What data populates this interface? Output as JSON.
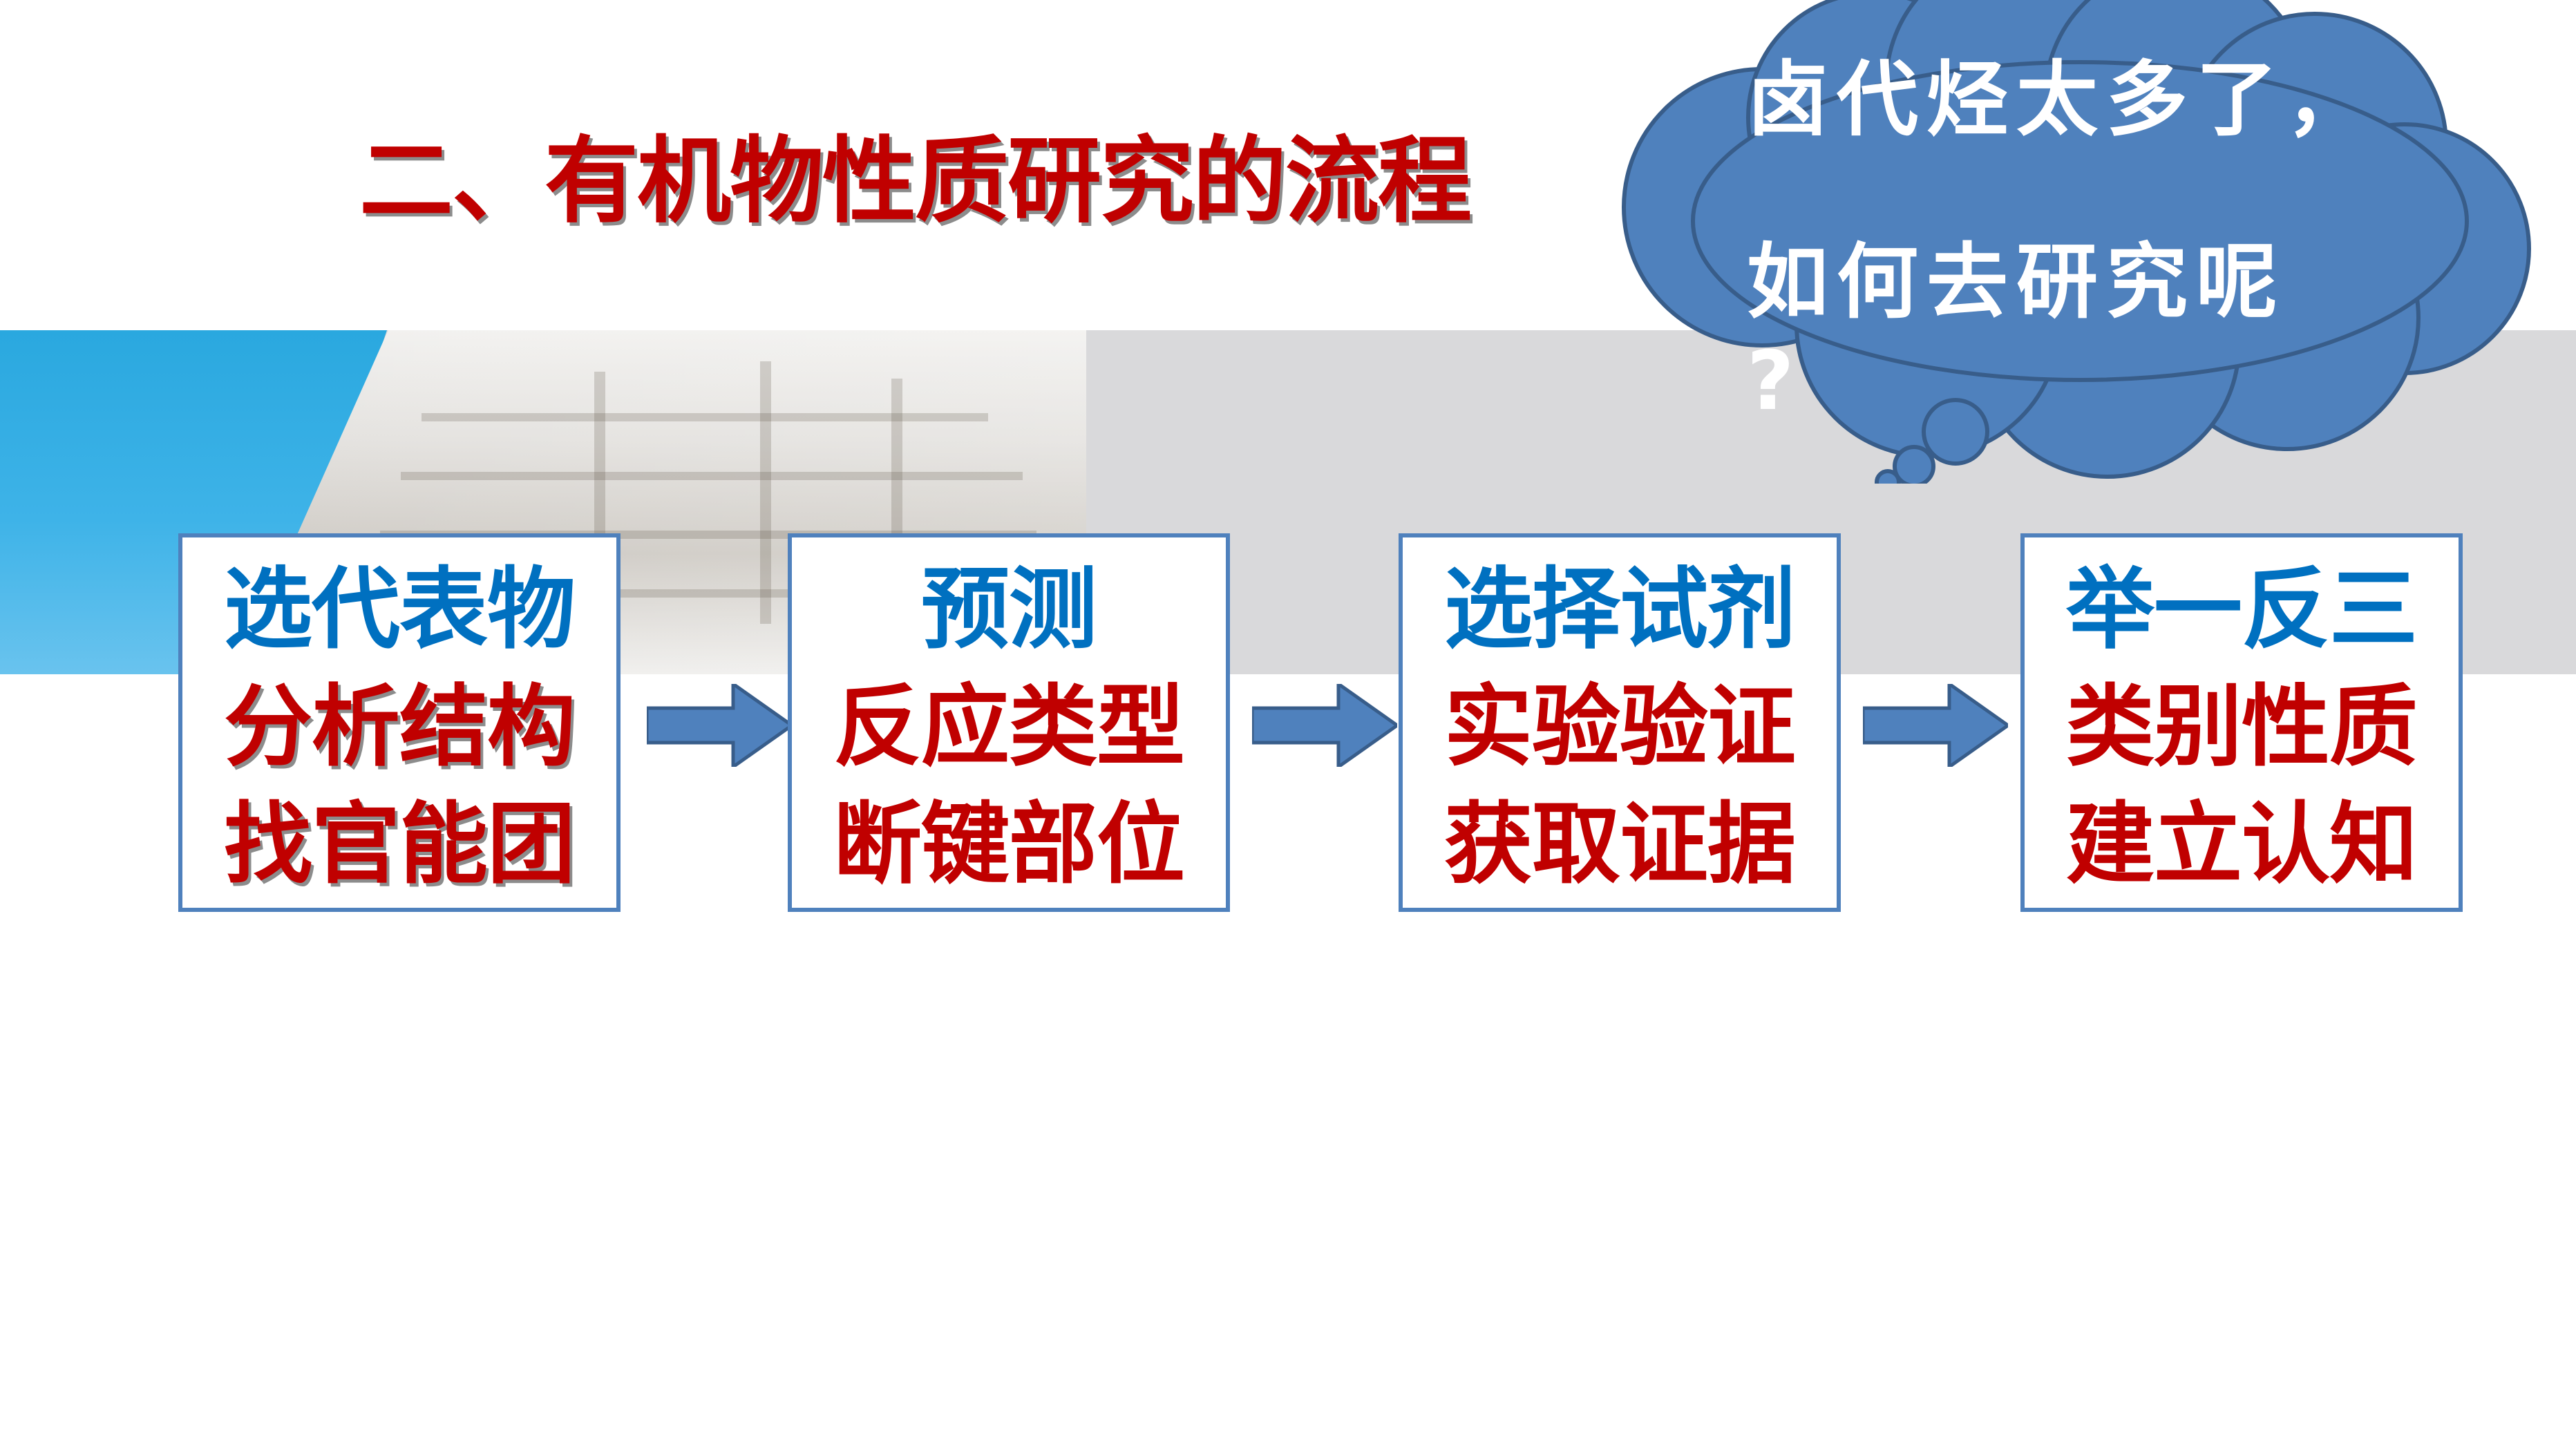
{
  "slide": {
    "title": "二、有机物性质研究的流程"
  },
  "steps": [
    {
      "lines": [
        "选代表物",
        "分析结构",
        "找官能团"
      ]
    },
    {
      "lines": [
        "预测",
        "反应类型",
        "断键部位"
      ]
    },
    {
      "lines": [
        "选择试剂",
        "实验验证",
        "获取证据"
      ]
    },
    {
      "lines": [
        "举一反三",
        "类别性质",
        "建立认知"
      ]
    }
  ],
  "thought_bubble": {
    "line1": "卤代烃太多了，",
    "line2": "如何去研究呢",
    "line3": "?"
  },
  "colors": {
    "title_red": "#c00000",
    "step_blue": "#0070c0",
    "border_blue": "#4f81bd",
    "bubble_blue": "#4f81bd",
    "banner_gray": "#d9d9db",
    "banner_cyan": "#2aa8df"
  }
}
